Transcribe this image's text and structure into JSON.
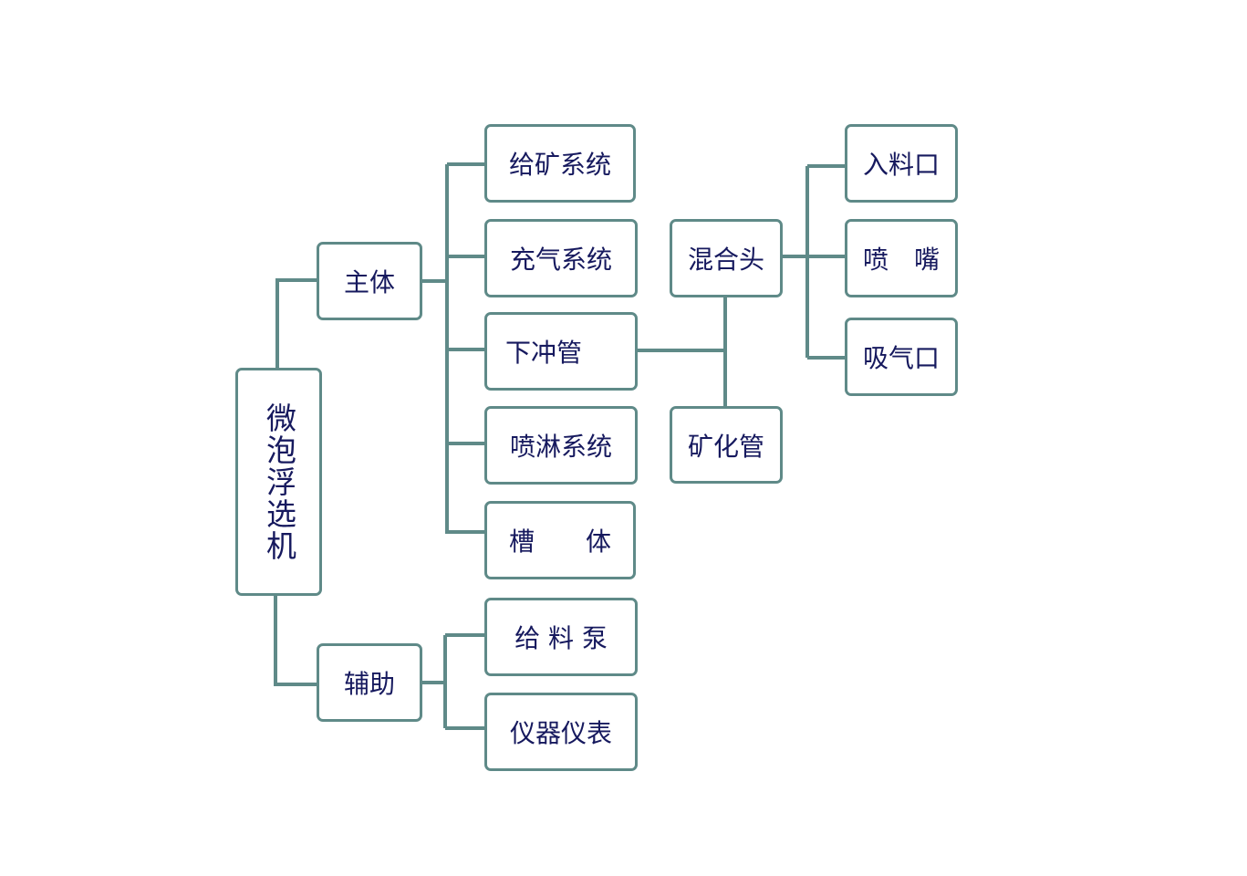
{
  "title": "微泡浮选机",
  "level1": [
    "主体",
    "辅助"
  ],
  "main_parts": [
    "给矿系统",
    "充气系统",
    "下冲管",
    "喷淋系统",
    "槽　　体"
  ],
  "aux_parts": [
    "给 料 泵",
    "仪器仪表"
  ],
  "downcomer_parts": [
    "混合头",
    "矿化管"
  ],
  "mixing_head_parts": [
    "入料口",
    "喷　嘴",
    "吸气口"
  ],
  "colors": {
    "line": "#5f8a88",
    "text": "#16195e"
  }
}
